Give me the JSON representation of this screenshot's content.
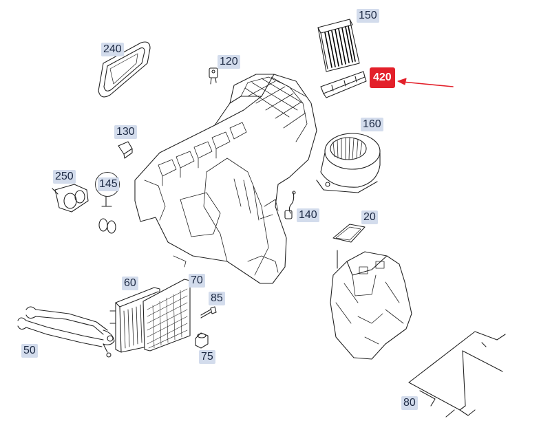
{
  "diagram": {
    "highlight_color": "#e3202a",
    "label_bg_color": "#d3dcec",
    "line_color": "#222222",
    "parts": [
      {
        "id": "p240",
        "label": "240"
      },
      {
        "id": "p120",
        "label": "120"
      },
      {
        "id": "p150",
        "label": "150"
      },
      {
        "id": "p420",
        "label": "420",
        "highlighted": true
      },
      {
        "id": "p160",
        "label": "160"
      },
      {
        "id": "p130",
        "label": "130"
      },
      {
        "id": "p250",
        "label": "250"
      },
      {
        "id": "p145",
        "label": "145"
      },
      {
        "id": "p140",
        "label": "140"
      },
      {
        "id": "p20",
        "label": "20"
      },
      {
        "id": "p60",
        "label": "60"
      },
      {
        "id": "p70",
        "label": "70"
      },
      {
        "id": "p85",
        "label": "85"
      },
      {
        "id": "p50",
        "label": "50"
      },
      {
        "id": "p75",
        "label": "75"
      },
      {
        "id": "p80",
        "label": "80"
      }
    ]
  }
}
